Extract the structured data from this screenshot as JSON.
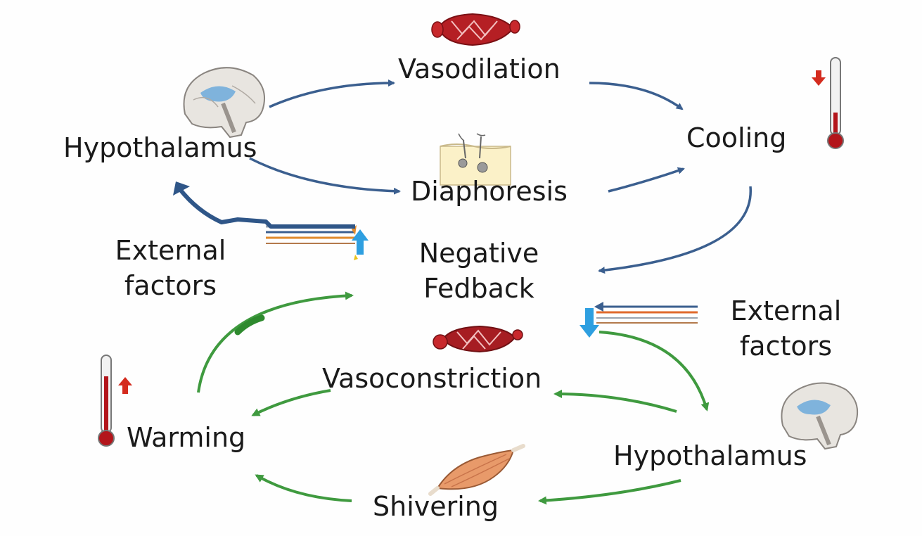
{
  "labels": {
    "hypothalamus_top": "Hypothalamus",
    "vasodilation": "Vasodilation",
    "cooling": "Cooling",
    "diaphoresis": "Diaphoresis",
    "external_left_1": "External",
    "external_left_2": "factors",
    "negative_1": "Negative",
    "negative_2": "Fedback",
    "external_right_1": "External",
    "external_right_2": "factors",
    "vasoconstriction": "Vasoconstriction",
    "warming": "Warming",
    "hypothalamus_bottom": "Hypothalamus",
    "shivering": "Shivering"
  },
  "colors": {
    "cooling_arrows": "#3b5f8f",
    "warming_arrows": "#3f9a3f",
    "thermo_red": "#b3151b",
    "indicator_red": "#d42b1e",
    "cyan_arrow": "#2e9fe0",
    "orange": "#e08a2c"
  },
  "icons": {
    "brain": "brain-icon",
    "blood_vessel": "blood-vessel-icon",
    "skin_sweat": "sweat-gland-icon",
    "thermometer": "thermometer-icon",
    "muscle": "muscle-icon"
  }
}
